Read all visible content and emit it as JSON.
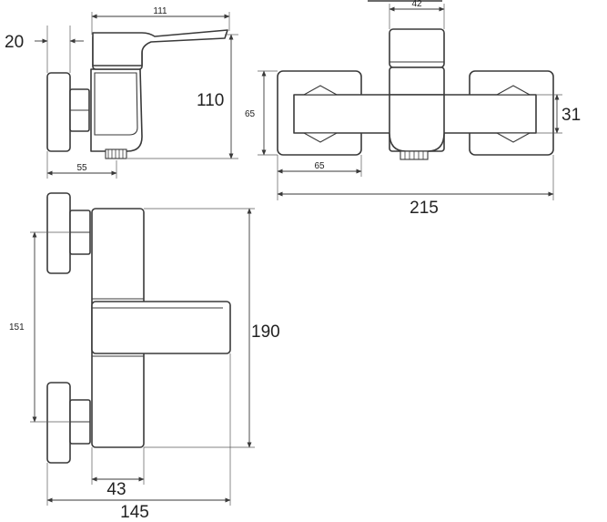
{
  "dimensions": {
    "side_view": {
      "top_width": "111",
      "left_offset": "20",
      "height": "110",
      "bottom_width": "55"
    },
    "top_view": {
      "top_width": "42",
      "left_height": "65",
      "right_height": "31",
      "inner_width": "65",
      "total_width": "215"
    },
    "front_view": {
      "center_distance": "151",
      "height": "190",
      "inner_width": "43",
      "total_width": "145"
    }
  }
}
